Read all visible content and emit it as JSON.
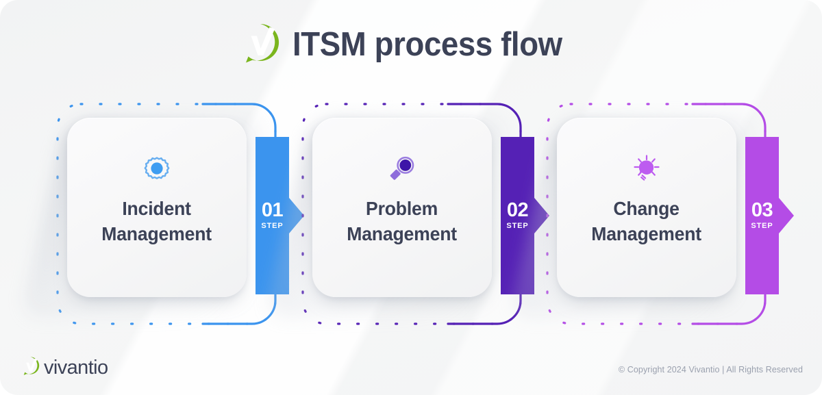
{
  "header": {
    "title": "ITSM process flow",
    "logo_icon": "vivantio-check-bubble-logo",
    "logo_color": "#7ab51d"
  },
  "steps": [
    {
      "title_line1": "Incident",
      "title_line2": "Management",
      "number": "01",
      "step_word": "STEP",
      "icon": "gear-icon",
      "color": "#3b94ee"
    },
    {
      "title_line1": "Problem",
      "title_line2": "Management",
      "number": "02",
      "step_word": "STEP",
      "icon": "magnifier-icon",
      "color": "#5521b5"
    },
    {
      "title_line1": "Change",
      "title_line2": "Management",
      "number": "03",
      "step_word": "STEP",
      "icon": "lightbulb-icon",
      "color": "#b44ce6"
    }
  ],
  "footer": {
    "logo_icon": "vivantio-check-bubble-logo",
    "wordmark": "vivantio",
    "copyright": "© Copyright 2024 Vivantio | All Rights Reserved"
  },
  "theme": {
    "background": "#f4f5f6",
    "text_dark": "#3c4257",
    "card_bg": "#f7f8f8",
    "muted_text": "#9aa0ae"
  }
}
